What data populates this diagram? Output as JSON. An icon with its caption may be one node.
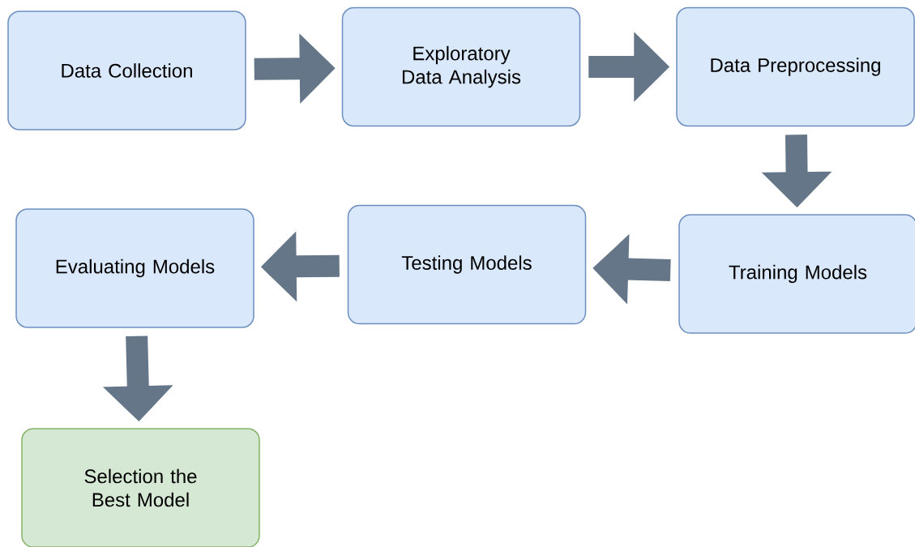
{
  "diagram": {
    "nodes": [
      {
        "text": [
          "Data Collection"
        ]
      },
      {
        "text": [
          "Exploratory Data Analysis"
        ]
      },
      {
        "text": [
          "Data Preprocessing"
        ]
      },
      {
        "text": [
          "Training Models"
        ]
      },
      {
        "text": [
          "Testing Models"
        ]
      },
      {
        "text": [
          "Evaluating Models"
        ]
      },
      {
        "text": [
          "Selection the Best Model"
        ]
      }
    ],
    "edges": [
      {
        "from": 0,
        "to": 1,
        "arrow": "to"
      },
      {
        "from": 1,
        "to": 2,
        "arrow": "to"
      },
      {
        "from": 2,
        "to": 3,
        "arrow": "to"
      },
      {
        "from": 3,
        "to": 4,
        "arrow": "to"
      },
      {
        "from": 4,
        "to": 5,
        "arrow": "to"
      },
      {
        "from": 5,
        "to": 6,
        "arrow": "to"
      }
    ]
  }
}
